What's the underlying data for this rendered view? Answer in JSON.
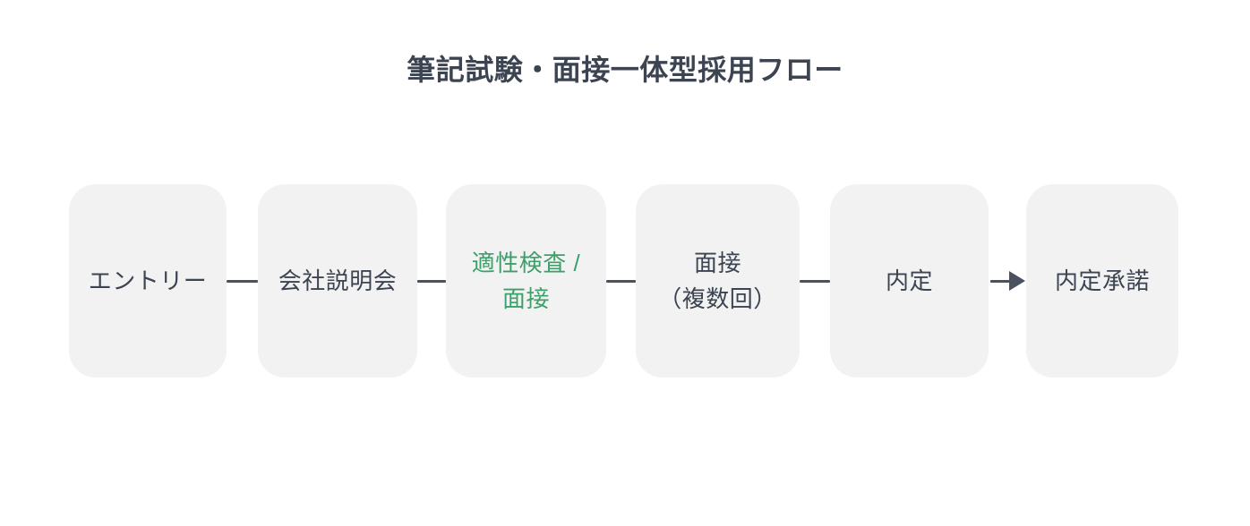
{
  "diagram": {
    "title": "筆記試験・面接一体型採用フロー",
    "title_color": "#3c4452",
    "background_color": "#ffffff",
    "node_fill_color": "#f2f2f2",
    "node_text_color": "#3c4452",
    "highlight_text_color": "#3da06b",
    "connector_color": "#4a5260",
    "nodes": [
      {
        "id": "entry",
        "label": "エントリー",
        "highlight": false
      },
      {
        "id": "company-briefing",
        "label": "会社説明会",
        "highlight": false
      },
      {
        "id": "aptitude-test-interview",
        "label": "適性検査 /\n面接",
        "highlight": true
      },
      {
        "id": "interview-multiple",
        "label": "面接\n（複数回）",
        "highlight": false
      },
      {
        "id": "job-offer",
        "label": "内定",
        "highlight": false
      },
      {
        "id": "offer-acceptance",
        "label": "内定承諾",
        "highlight": false
      }
    ],
    "connectors": [
      {
        "id": "entry-to-briefing",
        "type": "line"
      },
      {
        "id": "briefing-to-aptitude",
        "type": "line"
      },
      {
        "id": "aptitude-to-interview",
        "type": "line"
      },
      {
        "id": "interview-to-offer",
        "type": "line"
      },
      {
        "id": "offer-to-acceptance",
        "type": "arrow"
      }
    ]
  }
}
